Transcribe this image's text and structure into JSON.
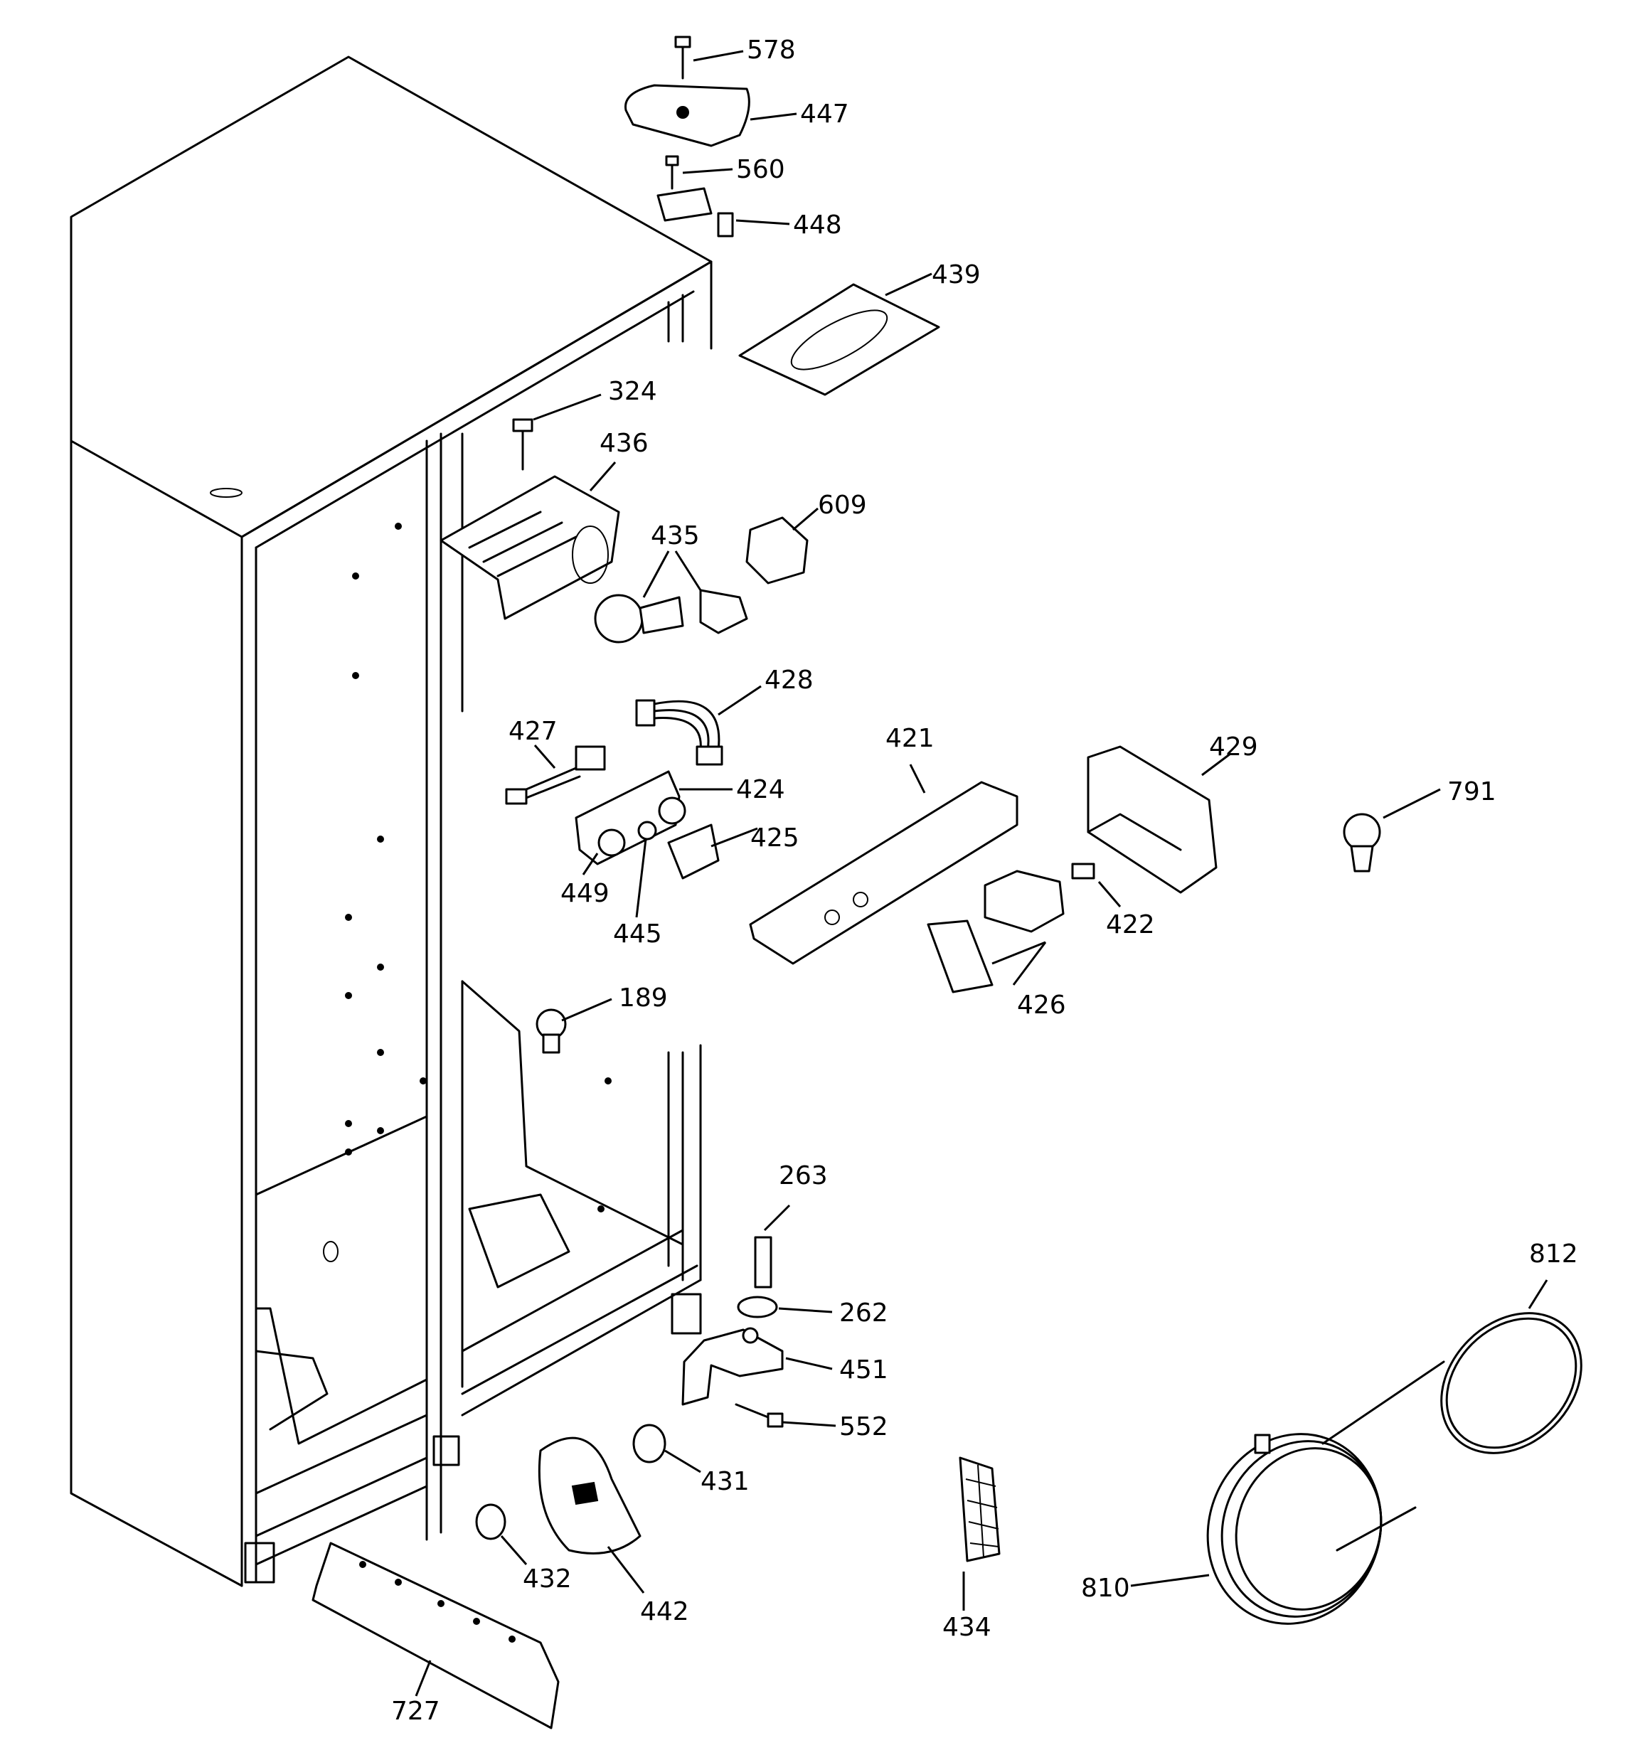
{
  "diagram": {
    "callouts": [
      "578",
      "447",
      "560",
      "448",
      "439",
      "324",
      "436",
      "609",
      "435",
      "428",
      "427",
      "421",
      "429",
      "791",
      "424",
      "425",
      "449",
      "445",
      "422",
      "426",
      "189",
      "263",
      "262",
      "451",
      "552",
      "431",
      "812",
      "432",
      "442",
      "434",
      "810",
      "727"
    ]
  }
}
